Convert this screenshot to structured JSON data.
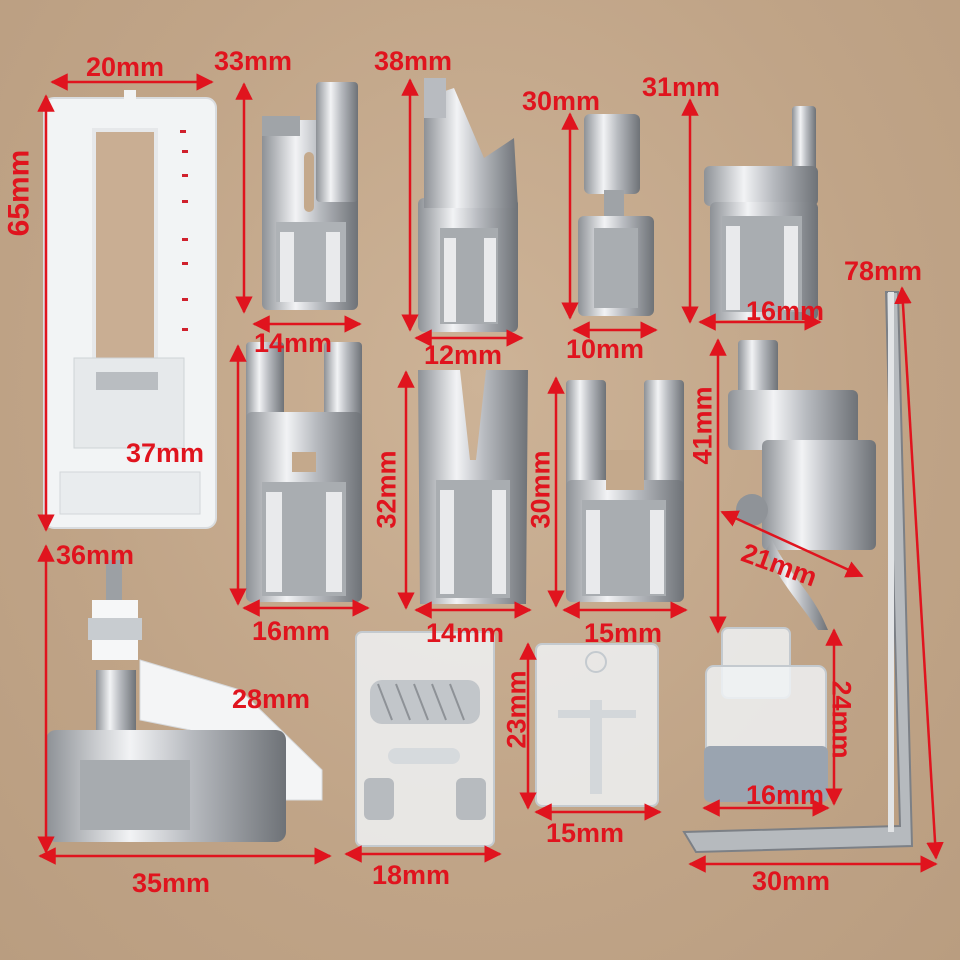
{
  "colors": {
    "label": "#e0141e",
    "background": "#c4a98c",
    "metal": "#c9ccd0",
    "plastic": "#f4f6f7"
  },
  "pieces": [
    {
      "name": "buttonhole-foot",
      "width": "20mm",
      "height": "65mm"
    },
    {
      "name": "foot-1",
      "height": "33mm",
      "width": "14mm"
    },
    {
      "name": "foot-2",
      "height": "38mm",
      "width": "12mm"
    },
    {
      "name": "foot-3",
      "height": "30mm",
      "width": "10mm"
    },
    {
      "name": "foot-4",
      "height": "31mm",
      "width": "16mm"
    },
    {
      "name": "foot-5",
      "height": "37mm",
      "width": "16mm"
    },
    {
      "name": "foot-6",
      "height": "32mm",
      "width": "14mm"
    },
    {
      "name": "foot-7",
      "height": "30mm",
      "width": "15mm"
    },
    {
      "name": "foot-8",
      "height": "41mm",
      "width": "21mm"
    },
    {
      "name": "hex-key",
      "length": "78mm",
      "width": "30mm"
    },
    {
      "name": "walking-foot",
      "height": "36mm",
      "width": "35mm",
      "guide": "28mm"
    },
    {
      "name": "roller-foot",
      "width": "18mm"
    },
    {
      "name": "clear-foot",
      "height": "23mm",
      "width": "15mm"
    },
    {
      "name": "clear-zipper-foot",
      "height": "24mm",
      "width": "16mm"
    }
  ],
  "labels": {
    "l20": "20mm",
    "l65": "65mm",
    "l33": "33mm",
    "l38": "38mm",
    "l30a": "30mm",
    "l31": "31mm",
    "l78": "78mm",
    "l14a": "14mm",
    "l12": "12mm",
    "l10": "10mm",
    "l16a": "16mm",
    "l37": "37mm",
    "l32": "32mm",
    "l30b": "30mm",
    "l41": "41mm",
    "l21": "21mm",
    "l36": "36mm",
    "l16b": "16mm",
    "l14b": "14mm",
    "l15a": "15mm",
    "l28": "28mm",
    "l23": "23mm",
    "l24": "24mm",
    "l16c": "16mm",
    "l35": "35mm",
    "l18": "18mm",
    "l15b": "15mm",
    "l30c": "30mm"
  }
}
